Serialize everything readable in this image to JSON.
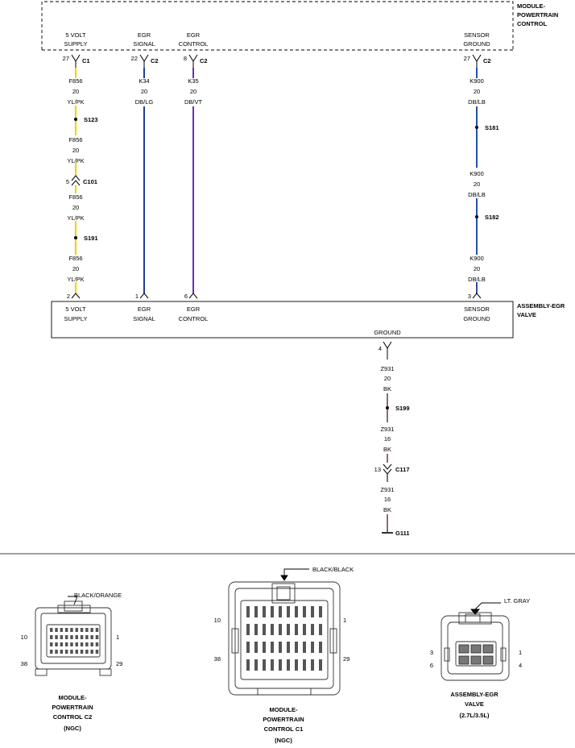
{
  "pcm": {
    "title": [
      "MODULE-",
      "POWERTRAIN",
      "CONTROL"
    ],
    "pins": [
      {
        "label": [
          "5 VOLT",
          "SUPPLY"
        ],
        "pin": "27",
        "connector": "C1"
      },
      {
        "label": [
          "EGR",
          "SIGNAL"
        ],
        "pin": "22",
        "connector": "C2"
      },
      {
        "label": [
          "EGR",
          "CONTROL"
        ],
        "pin": "8",
        "connector": "C2"
      },
      {
        "label": [
          "SENSOR",
          "GROUND"
        ],
        "pin": "27",
        "connector": "C2"
      }
    ]
  },
  "wires": {
    "supply": {
      "color_hex": "#f2d21b",
      "segments": [
        {
          "circuit": "F856",
          "gauge": "20",
          "color": "YL/PK"
        },
        {
          "circuit": "F856",
          "gauge": "20",
          "color": "YL/PK"
        },
        {
          "circuit": "F856",
          "gauge": "20",
          "color": "YL/PK"
        },
        {
          "circuit": "F856",
          "gauge": "20",
          "color": "YL/PK"
        }
      ],
      "splices": [
        "S123",
        "S191"
      ],
      "inline": {
        "pin": "5",
        "connector": "C101"
      }
    },
    "signal": {
      "color_hex": "#1f3f95",
      "circuit": "K34",
      "gauge": "20",
      "color": "DB/LG"
    },
    "control": {
      "color_hex": "#6a2fb2",
      "circuit": "K35",
      "gauge": "20",
      "color": "DB/VT"
    },
    "ground": {
      "color_hex": "#2452a8",
      "segments": [
        {
          "circuit": "K900",
          "gauge": "20",
          "color": "DB/LB"
        },
        {
          "circuit": "K900",
          "gauge": "20",
          "color": "DB/LB"
        },
        {
          "circuit": "K900",
          "gauge": "20",
          "color": "DB/LB"
        }
      ],
      "splices": [
        "S181",
        "S182"
      ]
    },
    "chassis_ground": {
      "color_hex": "#6b4a4a",
      "segments": [
        {
          "circuit": "Z931",
          "gauge": "20",
          "color": "BK"
        },
        {
          "circuit": "Z931",
          "gauge": "16",
          "color": "BK"
        },
        {
          "circuit": "Z931",
          "gauge": "16",
          "color": "BK"
        }
      ],
      "splice": "S199",
      "inline": {
        "pin": "13",
        "connector": "C117"
      },
      "ground_point": "G111"
    }
  },
  "valve": {
    "title": [
      "ASSEMBLY-EGR",
      "VALVE"
    ],
    "pins": [
      {
        "pin": "2",
        "label": [
          "5 VOLT",
          "SUPPLY"
        ]
      },
      {
        "pin": "1",
        "label": [
          "EGR",
          "SIGNAL"
        ]
      },
      {
        "pin": "6",
        "label": [
          "EGR",
          "CONTROL"
        ]
      },
      {
        "pin": "3",
        "label": [
          "SENSOR",
          "GROUND"
        ]
      }
    ],
    "ground_label": "GROUND",
    "ground_pin": "4"
  },
  "connectors": [
    {
      "callout": "BLACK/ORANGE",
      "caption": [
        "MODULE-",
        "POWERTRAIN",
        "CONTROL C2",
        "(NGC)"
      ],
      "pins": {
        "tl": "10",
        "tr": "1",
        "bl": "38",
        "br": "29"
      }
    },
    {
      "callout": "BLACK/BLACK",
      "caption": [
        "MODULE-",
        "POWERTRAIN",
        "CONTROL C1",
        "(NGC)"
      ],
      "pins": {
        "tl": "10",
        "tr": "1",
        "bl": "38",
        "br": "29"
      }
    },
    {
      "callout": "LT. GRAY",
      "caption": [
        "ASSEMBLY-EGR",
        "VALVE",
        "(2.7L/3.5L)"
      ],
      "pins": {
        "tl": "3",
        "tr": "1",
        "bl": "6",
        "br": "4"
      }
    }
  ]
}
